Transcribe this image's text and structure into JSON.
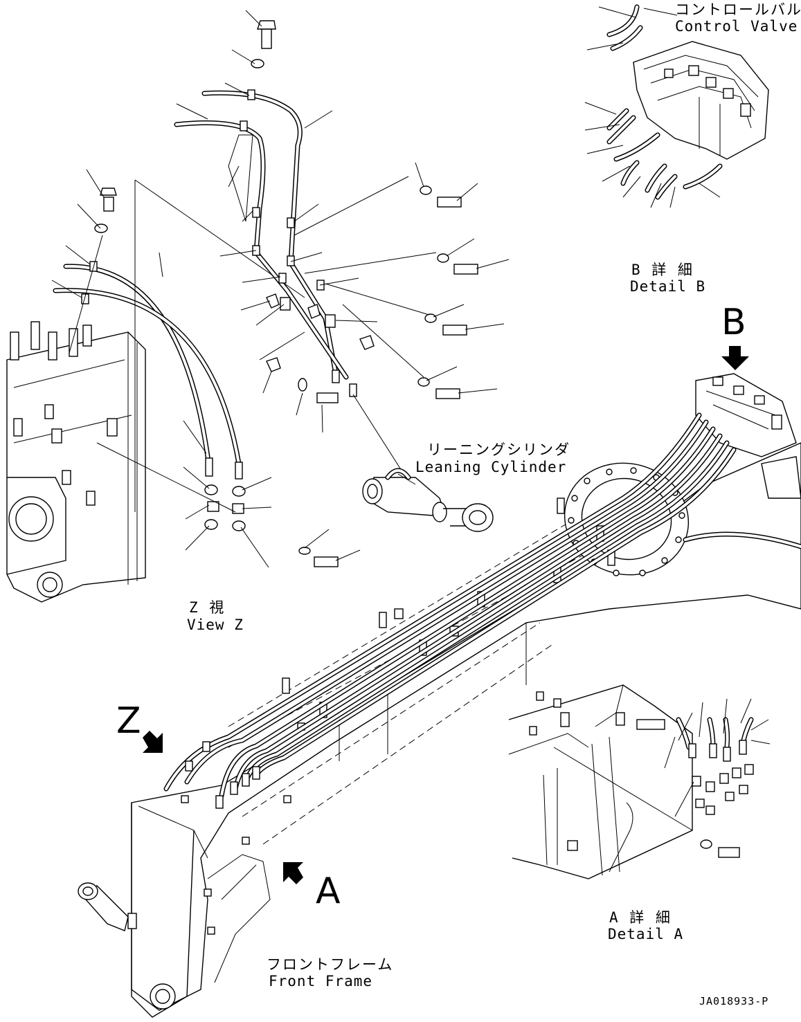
{
  "labels": {
    "control_valve_jp": "コントロールバルブ",
    "control_valve_en": "Control Valve",
    "detail_b_jp": "B 詳 細",
    "detail_b_en": "Detail B",
    "view_b_letter": "B",
    "leaning_cylinder_jp": "リーニングシリンダ",
    "leaning_cylinder_en": "Leaning Cylinder",
    "view_z_jp": "Z 視",
    "view_z_en": "View Z",
    "view_z_letter": "Z",
    "view_a_letter": "A",
    "detail_a_jp": "A 詳 細",
    "detail_a_en": "Detail A",
    "front_frame_jp": "フロントフレーム",
    "front_frame_en": "Front Frame",
    "drawing_code": "JA018933-P"
  }
}
